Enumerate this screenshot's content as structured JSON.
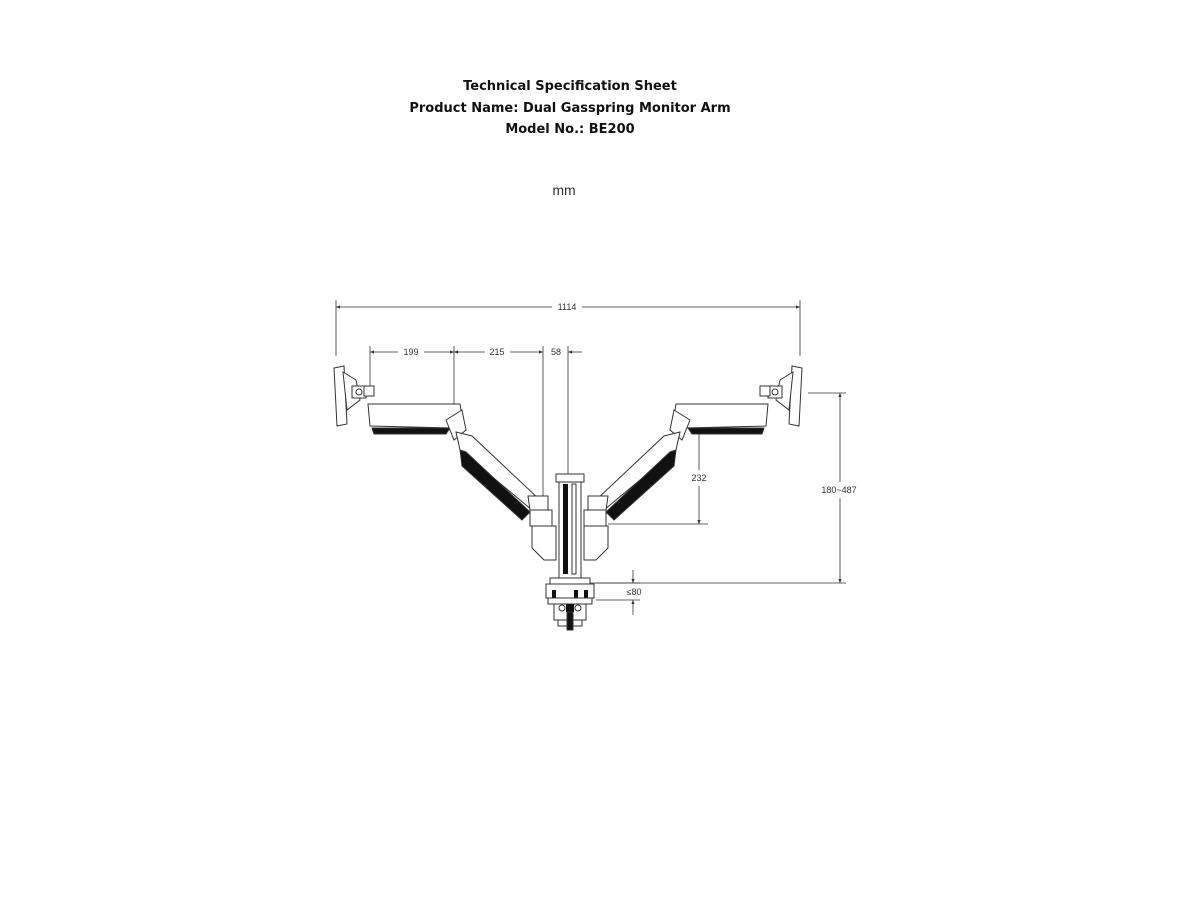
{
  "sheet": {
    "title": "Technical Specification Sheet",
    "product_line": "Product Name: Dual Gasspring Monitor Arm",
    "model_line": "Model No.: BE200",
    "unit": "mm"
  },
  "dimensions": {
    "overall_width": "1114",
    "arm_segment_1": "199",
    "arm_segment_2": "215",
    "pole_offset": "58",
    "arm_height": "232",
    "height_range": "180~487",
    "clamp_thickness": "≤80"
  },
  "colors": {
    "line": "#333333",
    "fill_dark": "#111111",
    "fill_light": "#ffffff"
  }
}
